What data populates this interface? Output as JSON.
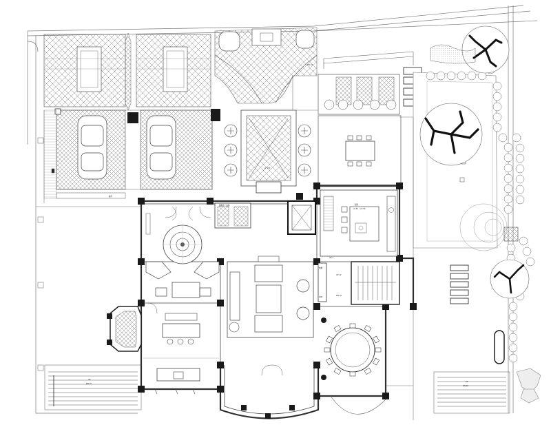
{
  "drawing": {
    "colors": {
      "line": "#6e6e6e",
      "wall": "#2f2f2f",
      "dark_wall": "#151515",
      "hatch": "#8a8a8a",
      "paper": "#ffffff"
    }
  },
  "labels": {
    "sign_top": "DN 15",
    "parking_tag": "编号",
    "storage_label": "储藏室 / 设备",
    "feature_pool": "+F 150",
    "kitchen_label": "厨房",
    "kitchen_level": "+0.30 / +0.50",
    "stair_up": "UP 12",
    "stair_dn": "DN 16",
    "tag_lift_1": "电梯",
    "tag_lift_2": "KAB",
    "pantry_note": "UP 1",
    "stair_left_dn": "DN 26",
    "stair_left_up": "UP",
    "stair_right_dn": "DN 26",
    "stair_right_up": "UP"
  }
}
